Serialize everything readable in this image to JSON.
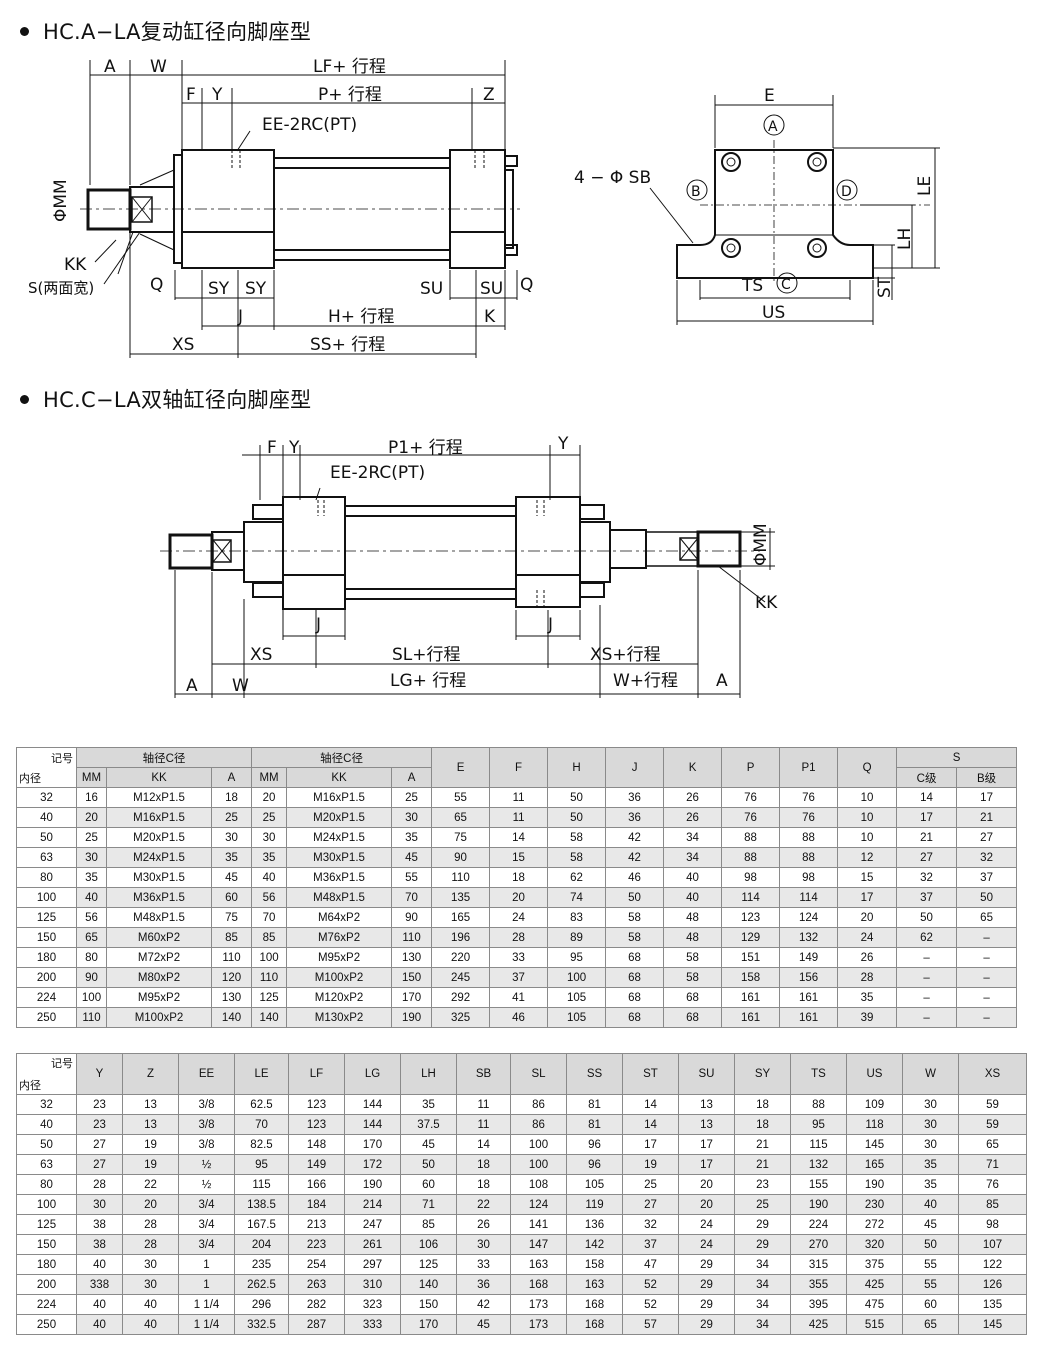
{
  "section_a": {
    "title": "HC.A−LA复动缸径向脚座型",
    "labels": {
      "A": "A",
      "W": "W",
      "LF": "LF+ 行程",
      "F": "F",
      "Y": "Y",
      "P": "P+ 行程",
      "Z": "Z",
      "EE": "EE-2RC(PT)",
      "MM": "ΦMM",
      "KK": "KK",
      "S": "S(两面宽)",
      "Q": "Q",
      "SY": "SY",
      "SU": "SU",
      "J": "J",
      "H": "H+ 行程",
      "K": "K",
      "XS": "XS",
      "SS": "SS+ 行程",
      "E": "E",
      "SB": "4 − Φ SB",
      "LE": "LE",
      "LH": "LH",
      "ST": "ST",
      "TS": "TS",
      "US": "US",
      "circA": "A",
      "circB": "B",
      "circC": "C",
      "circD": "D"
    }
  },
  "section_c": {
    "title": "HC.C−LA双轴缸径向脚座型",
    "labels": {
      "F": "F",
      "Y": "Y",
      "P1": "P1+ 行程",
      "Y2": "Y",
      "EE": "EE-2RC(PT)",
      "MM": "ΦMM",
      "KK": "KK",
      "J": "J",
      "J2": "J",
      "XS": "XS",
      "SL": "SL+行程",
      "XS2": "XS+行程",
      "A": "A",
      "W": "W",
      "LG": "LG+ 行程",
      "W2": "W+行程",
      "A2": "A"
    }
  },
  "table1": {
    "corner_top": "记号",
    "corner_bottom": "内径",
    "group_c": "轴径C径",
    "group_b": "轴径C径",
    "group_s": "S",
    "sub_headers": [
      "MM",
      "KK",
      "A",
      "MM",
      "KK",
      "A"
    ],
    "single_headers": [
      "E",
      "F",
      "H",
      "J",
      "K",
      "P",
      "P1",
      "Q"
    ],
    "s_sub": [
      "C级",
      "B级"
    ],
    "rows": [
      [
        "32",
        "16",
        "M12xP1.5",
        "18",
        "20",
        "M16xP1.5",
        "25",
        "55",
        "11",
        "50",
        "36",
        "26",
        "76",
        "76",
        "10",
        "14",
        "17"
      ],
      [
        "40",
        "20",
        "M16xP1.5",
        "25",
        "25",
        "M20xP1.5",
        "30",
        "65",
        "11",
        "50",
        "36",
        "26",
        "76",
        "76",
        "10",
        "17",
        "21"
      ],
      [
        "50",
        "25",
        "M20xP1.5",
        "30",
        "30",
        "M24xP1.5",
        "35",
        "75",
        "14",
        "58",
        "42",
        "34",
        "88",
        "88",
        "10",
        "21",
        "27"
      ],
      [
        "63",
        "30",
        "M24xP1.5",
        "35",
        "35",
        "M30xP1.5",
        "45",
        "90",
        "15",
        "58",
        "42",
        "34",
        "88",
        "88",
        "12",
        "27",
        "32"
      ],
      [
        "80",
        "35",
        "M30xP1.5",
        "45",
        "40",
        "M36xP1.5",
        "55",
        "110",
        "18",
        "62",
        "46",
        "40",
        "98",
        "98",
        "15",
        "32",
        "37"
      ],
      [
        "100",
        "40",
        "M36xP1.5",
        "60",
        "56",
        "M48xP1.5",
        "70",
        "135",
        "20",
        "74",
        "50",
        "40",
        "114",
        "114",
        "17",
        "37",
        "50"
      ],
      [
        "125",
        "56",
        "M48xP1.5",
        "75",
        "70",
        "M64xP2",
        "90",
        "165",
        "24",
        "83",
        "58",
        "48",
        "123",
        "124",
        "20",
        "50",
        "65"
      ],
      [
        "150",
        "65",
        "M60xP2",
        "85",
        "85",
        "M76xP2",
        "110",
        "196",
        "28",
        "89",
        "58",
        "48",
        "129",
        "132",
        "24",
        "62",
        "–"
      ],
      [
        "180",
        "80",
        "M72xP2",
        "110",
        "100",
        "M95xP2",
        "130",
        "220",
        "33",
        "95",
        "68",
        "58",
        "151",
        "149",
        "26",
        "–",
        "–"
      ],
      [
        "200",
        "90",
        "M80xP2",
        "120",
        "110",
        "M100xP2",
        "150",
        "245",
        "37",
        "100",
        "68",
        "58",
        "158",
        "156",
        "28",
        "–",
        "–"
      ],
      [
        "224",
        "100",
        "M95xP2",
        "130",
        "125",
        "M120xP2",
        "170",
        "292",
        "41",
        "105",
        "68",
        "68",
        "161",
        "161",
        "35",
        "–",
        "–"
      ],
      [
        "250",
        "110",
        "M100xP2",
        "140",
        "140",
        "M130xP2",
        "190",
        "325",
        "46",
        "105",
        "68",
        "68",
        "161",
        "161",
        "39",
        "–",
        "–"
      ]
    ]
  },
  "table2": {
    "corner_top": "记号",
    "corner_bottom": "内径",
    "headers": [
      "Y",
      "Z",
      "EE",
      "LE",
      "LF",
      "LG",
      "LH",
      "SB",
      "SL",
      "SS",
      "ST",
      "SU",
      "SY",
      "TS",
      "US",
      "W",
      "XS"
    ],
    "rows": [
      [
        "32",
        "23",
        "13",
        "3/8",
        "62.5",
        "123",
        "144",
        "35",
        "11",
        "86",
        "81",
        "14",
        "13",
        "18",
        "88",
        "109",
        "30",
        "59"
      ],
      [
        "40",
        "23",
        "13",
        "3/8",
        "70",
        "123",
        "144",
        "37.5",
        "11",
        "86",
        "81",
        "14",
        "13",
        "18",
        "95",
        "118",
        "30",
        "59"
      ],
      [
        "50",
        "27",
        "19",
        "3/8",
        "82.5",
        "148",
        "170",
        "45",
        "14",
        "100",
        "96",
        "17",
        "17",
        "21",
        "115",
        "145",
        "30",
        "65"
      ],
      [
        "63",
        "27",
        "19",
        "½",
        "95",
        "149",
        "172",
        "50",
        "18",
        "100",
        "96",
        "19",
        "17",
        "21",
        "132",
        "165",
        "35",
        "71"
      ],
      [
        "80",
        "28",
        "22",
        "½",
        "115",
        "166",
        "190",
        "60",
        "18",
        "108",
        "105",
        "25",
        "20",
        "23",
        "155",
        "190",
        "35",
        "76"
      ],
      [
        "100",
        "30",
        "20",
        "3/4",
        "138.5",
        "184",
        "214",
        "71",
        "22",
        "124",
        "119",
        "27",
        "20",
        "25",
        "190",
        "230",
        "40",
        "85"
      ],
      [
        "125",
        "38",
        "28",
        "3/4",
        "167.5",
        "213",
        "247",
        "85",
        "26",
        "141",
        "136",
        "32",
        "24",
        "29",
        "224",
        "272",
        "45",
        "98"
      ],
      [
        "150",
        "38",
        "28",
        "3/4",
        "204",
        "223",
        "261",
        "106",
        "30",
        "147",
        "142",
        "37",
        "24",
        "29",
        "270",
        "320",
        "50",
        "107"
      ],
      [
        "180",
        "40",
        "30",
        "1",
        "235",
        "254",
        "297",
        "125",
        "33",
        "163",
        "158",
        "47",
        "29",
        "34",
        "315",
        "375",
        "55",
        "122"
      ],
      [
        "200",
        "338",
        "30",
        "1",
        "262.5",
        "263",
        "310",
        "140",
        "36",
        "168",
        "163",
        "52",
        "29",
        "34",
        "355",
        "425",
        "55",
        "126"
      ],
      [
        "224",
        "40",
        "40",
        "1 1/4",
        "296",
        "282",
        "323",
        "150",
        "42",
        "173",
        "168",
        "52",
        "29",
        "34",
        "395",
        "475",
        "60",
        "135"
      ],
      [
        "250",
        "40",
        "40",
        "1 1/4",
        "332.5",
        "287",
        "333",
        "170",
        "45",
        "173",
        "168",
        "57",
        "29",
        "34",
        "425",
        "515",
        "65",
        "145"
      ]
    ]
  }
}
